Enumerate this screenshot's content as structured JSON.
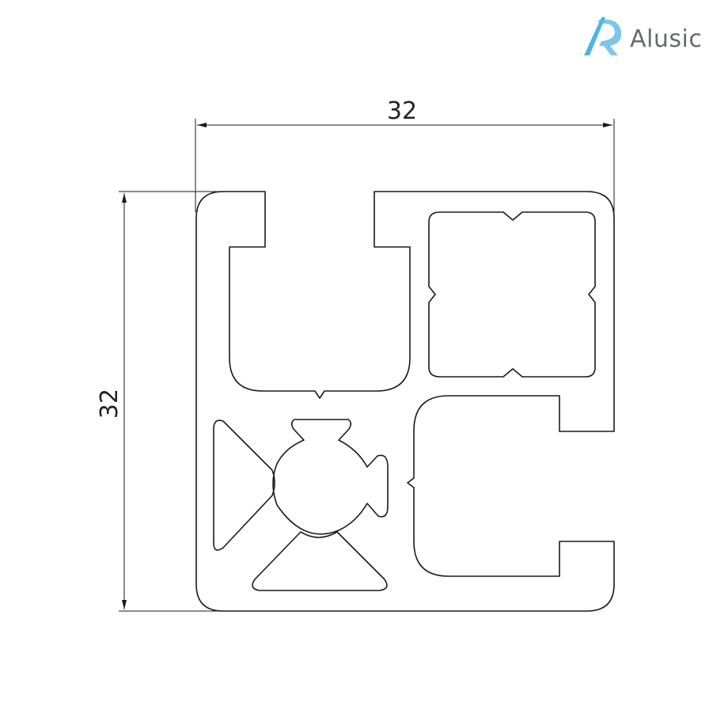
{
  "brand": {
    "name": "Alusic",
    "accent_color": "#4fb3e4",
    "text_color": "#666a70"
  },
  "dimensions": {
    "width_label": "32",
    "height_label": "32"
  },
  "stroke_color": "#1a1a1a"
}
